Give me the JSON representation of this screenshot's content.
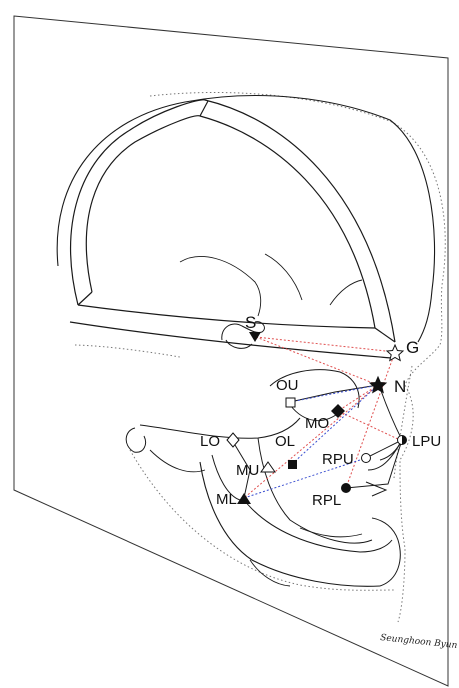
{
  "diagram": {
    "landmarks": [
      {
        "key": "S",
        "label": "S",
        "marker": "triangle-down-filled"
      },
      {
        "key": "G",
        "label": "G",
        "marker": "star-outline"
      },
      {
        "key": "N",
        "label": "N",
        "marker": "star-filled"
      },
      {
        "key": "OU",
        "label": "OU",
        "marker": "square-outline"
      },
      {
        "key": "MO",
        "label": "MO",
        "marker": "diamond-filled"
      },
      {
        "key": "LO",
        "label": "LO",
        "marker": "diamond-outline"
      },
      {
        "key": "OL",
        "label": "OL",
        "marker": "square-filled"
      },
      {
        "key": "MU",
        "label": "MU",
        "marker": "triangle-outline"
      },
      {
        "key": "ML",
        "label": "ML",
        "marker": "triangle-filled"
      },
      {
        "key": "RPU",
        "label": "RPU",
        "marker": "circle-outline"
      },
      {
        "key": "LPU",
        "label": "LPU",
        "marker": "half-circle"
      },
      {
        "key": "RPL",
        "label": "RPL",
        "marker": "circle-filled"
      }
    ],
    "signature": "Seunghoon Byun",
    "colors": {
      "outline": "#1a1a1a",
      "red_dotted": "#e05050",
      "blue_dotted": "#3b4fd0",
      "gray_dotted": "#777777"
    }
  }
}
